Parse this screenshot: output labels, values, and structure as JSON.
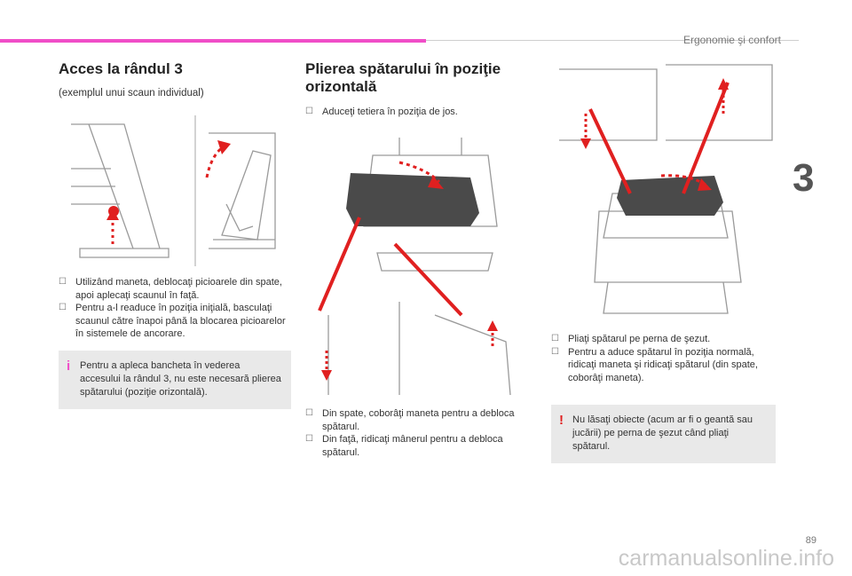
{
  "header": {
    "section_title": "Ergonomie şi confort",
    "chapter_number": "3"
  },
  "page_number": "89",
  "watermark": "carmanualsonline.info",
  "col1": {
    "title": "Acces la rândul 3",
    "subtitle": "(exemplul unui scaun individual)",
    "bullets": [
      "Utilizând maneta, deblocaţi picioarele din spate, apoi aplecaţi scaunul în faţă.",
      "Pentru a-l readuce în poziţia iniţială, basculaţi scaunul către înapoi până la blocarea picioarelor în sistemele de ancorare."
    ],
    "note": "Pentru a apleca bancheta în vederea accesului la rândul 3, nu este necesară plierea spătarului (poziţie orizontală)."
  },
  "col2": {
    "title": "Plierea spătarului în poziţie orizontală",
    "bullets_top": [
      "Aduceţi tetiera în poziţia de jos."
    ],
    "bullets_bottom": [
      "Din spate, coborâţi maneta pentru a debloca spătarul.",
      "Din faţă, ridicaţi mânerul pentru a debloca spătarul."
    ]
  },
  "col3": {
    "bullets": [
      "Pliaţi spătarul pe perna de şezut.",
      "Pentru a aduce spătarul în poziţia normală, ridicaţi maneta şi ridicaţi spătarul (din spate, coborâţi maneta)."
    ],
    "note": "Nu lăsaţi obiecte (acum ar fi o geantă sau jucării) pe perna de şezut când pliaţi spătarul."
  },
  "icons": {
    "bullet": "checkbox-bullet-icon",
    "info": "info-icon",
    "warning": "warning-icon"
  },
  "colors": {
    "accent": "#f04ec8",
    "arrow": "#e02020",
    "note_bg": "#e9e9e9"
  }
}
